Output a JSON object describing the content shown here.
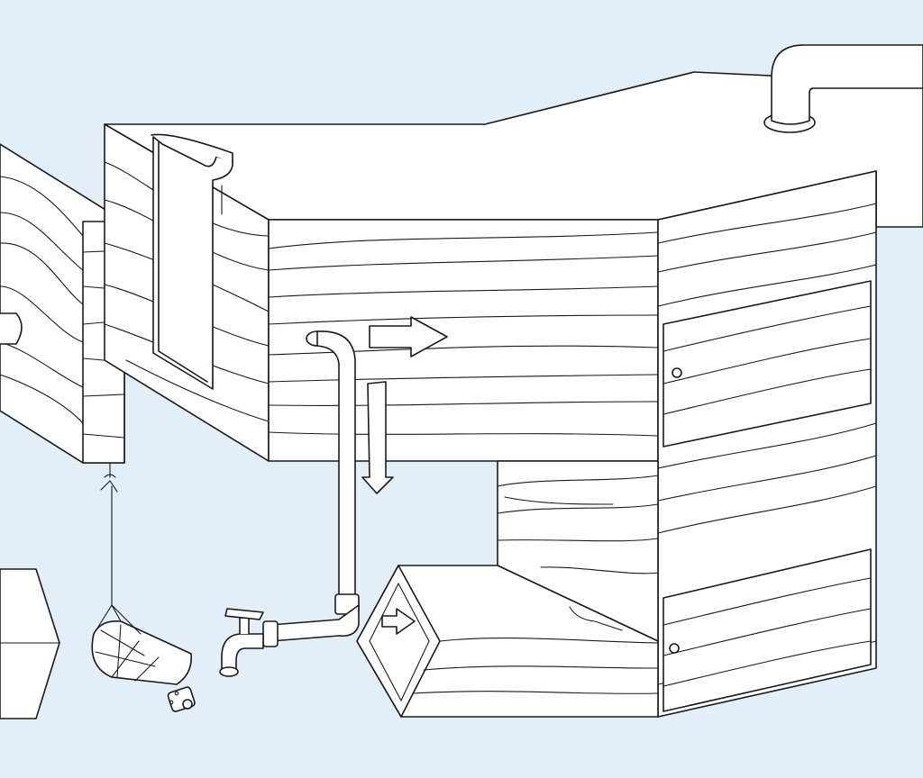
{
  "illustration": {
    "style": "line-drawing",
    "colors": {
      "background": "#e2eef8",
      "ink": "#1a1a1a",
      "surface": "#ffffff"
    },
    "objects": [
      "wood-grain-duct-system",
      "hanging-wood-panel",
      "vertical-channel-insert",
      "roof-vent-pipe",
      "water-pipe-with-faucet",
      "hanging-wrapped-bundle",
      "hexagonal-duct-outlet",
      "hexagonal-block",
      "cabinet-door-upper",
      "cabinet-door-lower",
      "flow-arrow-right",
      "flow-arrow-down",
      "flow-arrow-in-outlet"
    ]
  }
}
